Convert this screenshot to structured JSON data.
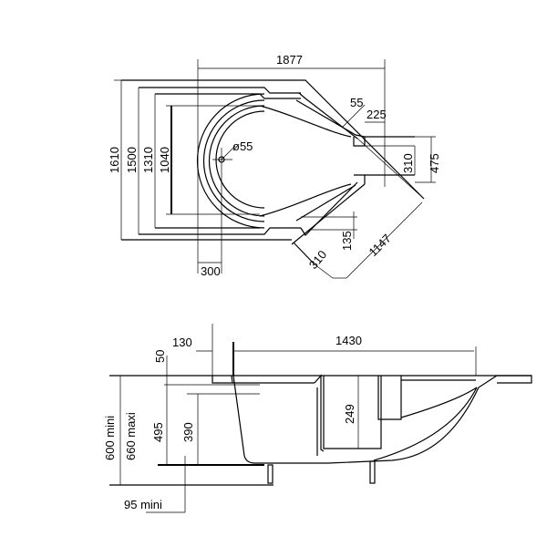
{
  "top_view": {
    "dims": {
      "overall_length": "1877",
      "overall_width": "1610",
      "width_1500": "1500",
      "width_1310": "1310",
      "width_1040": "1040",
      "drain_diameter": "ø55",
      "rim_55": "55",
      "offset_225": "225",
      "step_310": "310",
      "step_475": "475",
      "left_300": "300",
      "diag_310": "310",
      "offset_135": "135",
      "diagonal_1147": "1147"
    }
  },
  "side_view": {
    "dims": {
      "rim_50": "50",
      "offset_130": "130",
      "length_1430": "1430",
      "height_min": "600 mini",
      "height_max": "660 maxi",
      "depth_495": "495",
      "depth_390": "390",
      "seat_249": "249",
      "feet_95": "95 mini"
    }
  }
}
